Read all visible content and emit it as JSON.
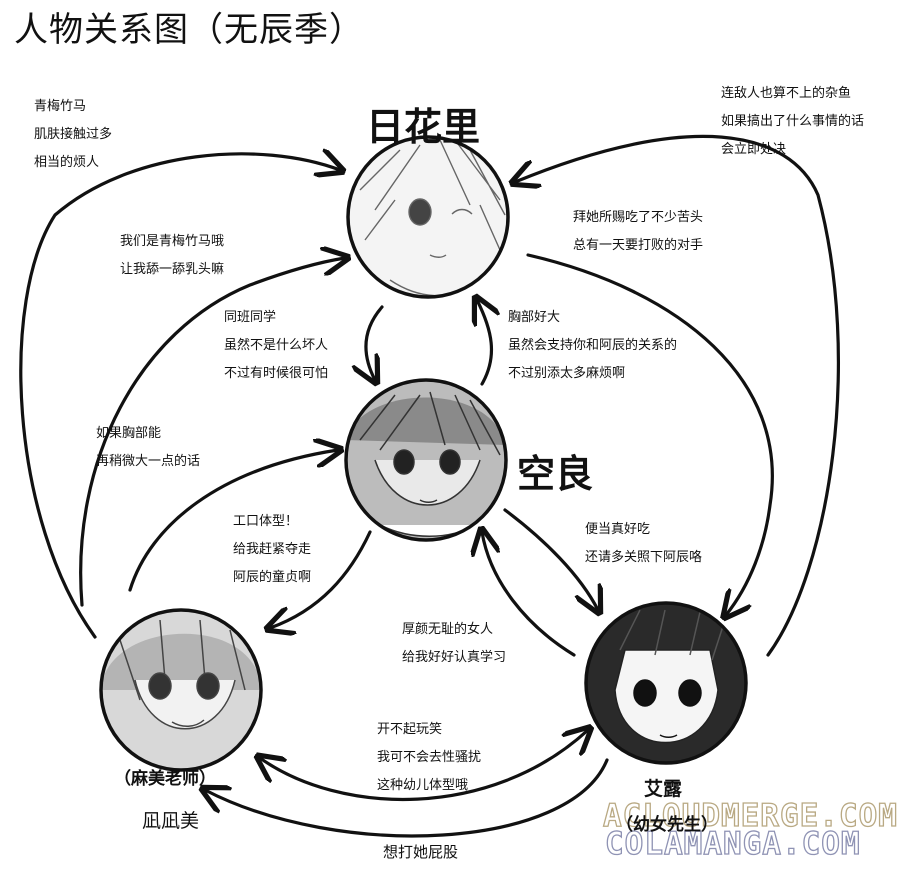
{
  "title": "人物关系图（无辰季）",
  "characters": {
    "hikari": {
      "name": "日花里"
    },
    "sora": {
      "name": "空良"
    },
    "nagi": {
      "name": "凪凪美",
      "role": "（麻美老师）"
    },
    "airu": {
      "name": "艾露",
      "role": "（幼女先生）"
    }
  },
  "relations": {
    "nagi_to_hikari_outer": [
      "青梅竹马",
      "肌肤接触过多",
      "相当的烦人"
    ],
    "nagi_to_hikari_inner": [
      "我们是青梅竹马哦",
      "让我舔一舔乳头嘛"
    ],
    "hikari_to_sora": [
      "同班同学",
      "虽然不是什么坏人",
      "不过有时候很可怕"
    ],
    "sora_to_hikari": [
      "胸部好大",
      "虽然会支持你和阿辰的关系的",
      "不过别添太多麻烦啊"
    ],
    "nagi_to_sora": [
      "如果胸部能",
      "再稍微大一点的话"
    ],
    "sora_to_nagi": [
      "工口体型！",
      "给我赶紧夺走",
      "阿辰的童贞啊"
    ],
    "sora_to_airu": [
      "便当真好吃",
      "还请多关照下阿辰咯"
    ],
    "airu_to_sora": [
      "厚颜无耻的女人",
      "给我好好认真学习"
    ],
    "hikari_to_airu": [
      "拜她所赐吃了不少苦头",
      "总有一天要打败的对手"
    ],
    "airu_to_hikari": [
      "连敌人也算不上的杂鱼",
      "如果搞出了什么事情的话",
      "会立即处决"
    ],
    "nagi_to_airu": [
      "开不起玩笑",
      "我可不会去性骚扰",
      "这种幼儿体型哦"
    ],
    "airu_to_nagi": [
      "想打她屁股"
    ]
  },
  "watermarks": [
    "ACLOUDMERGE.COM",
    "COLAMANGA.COM"
  ]
}
